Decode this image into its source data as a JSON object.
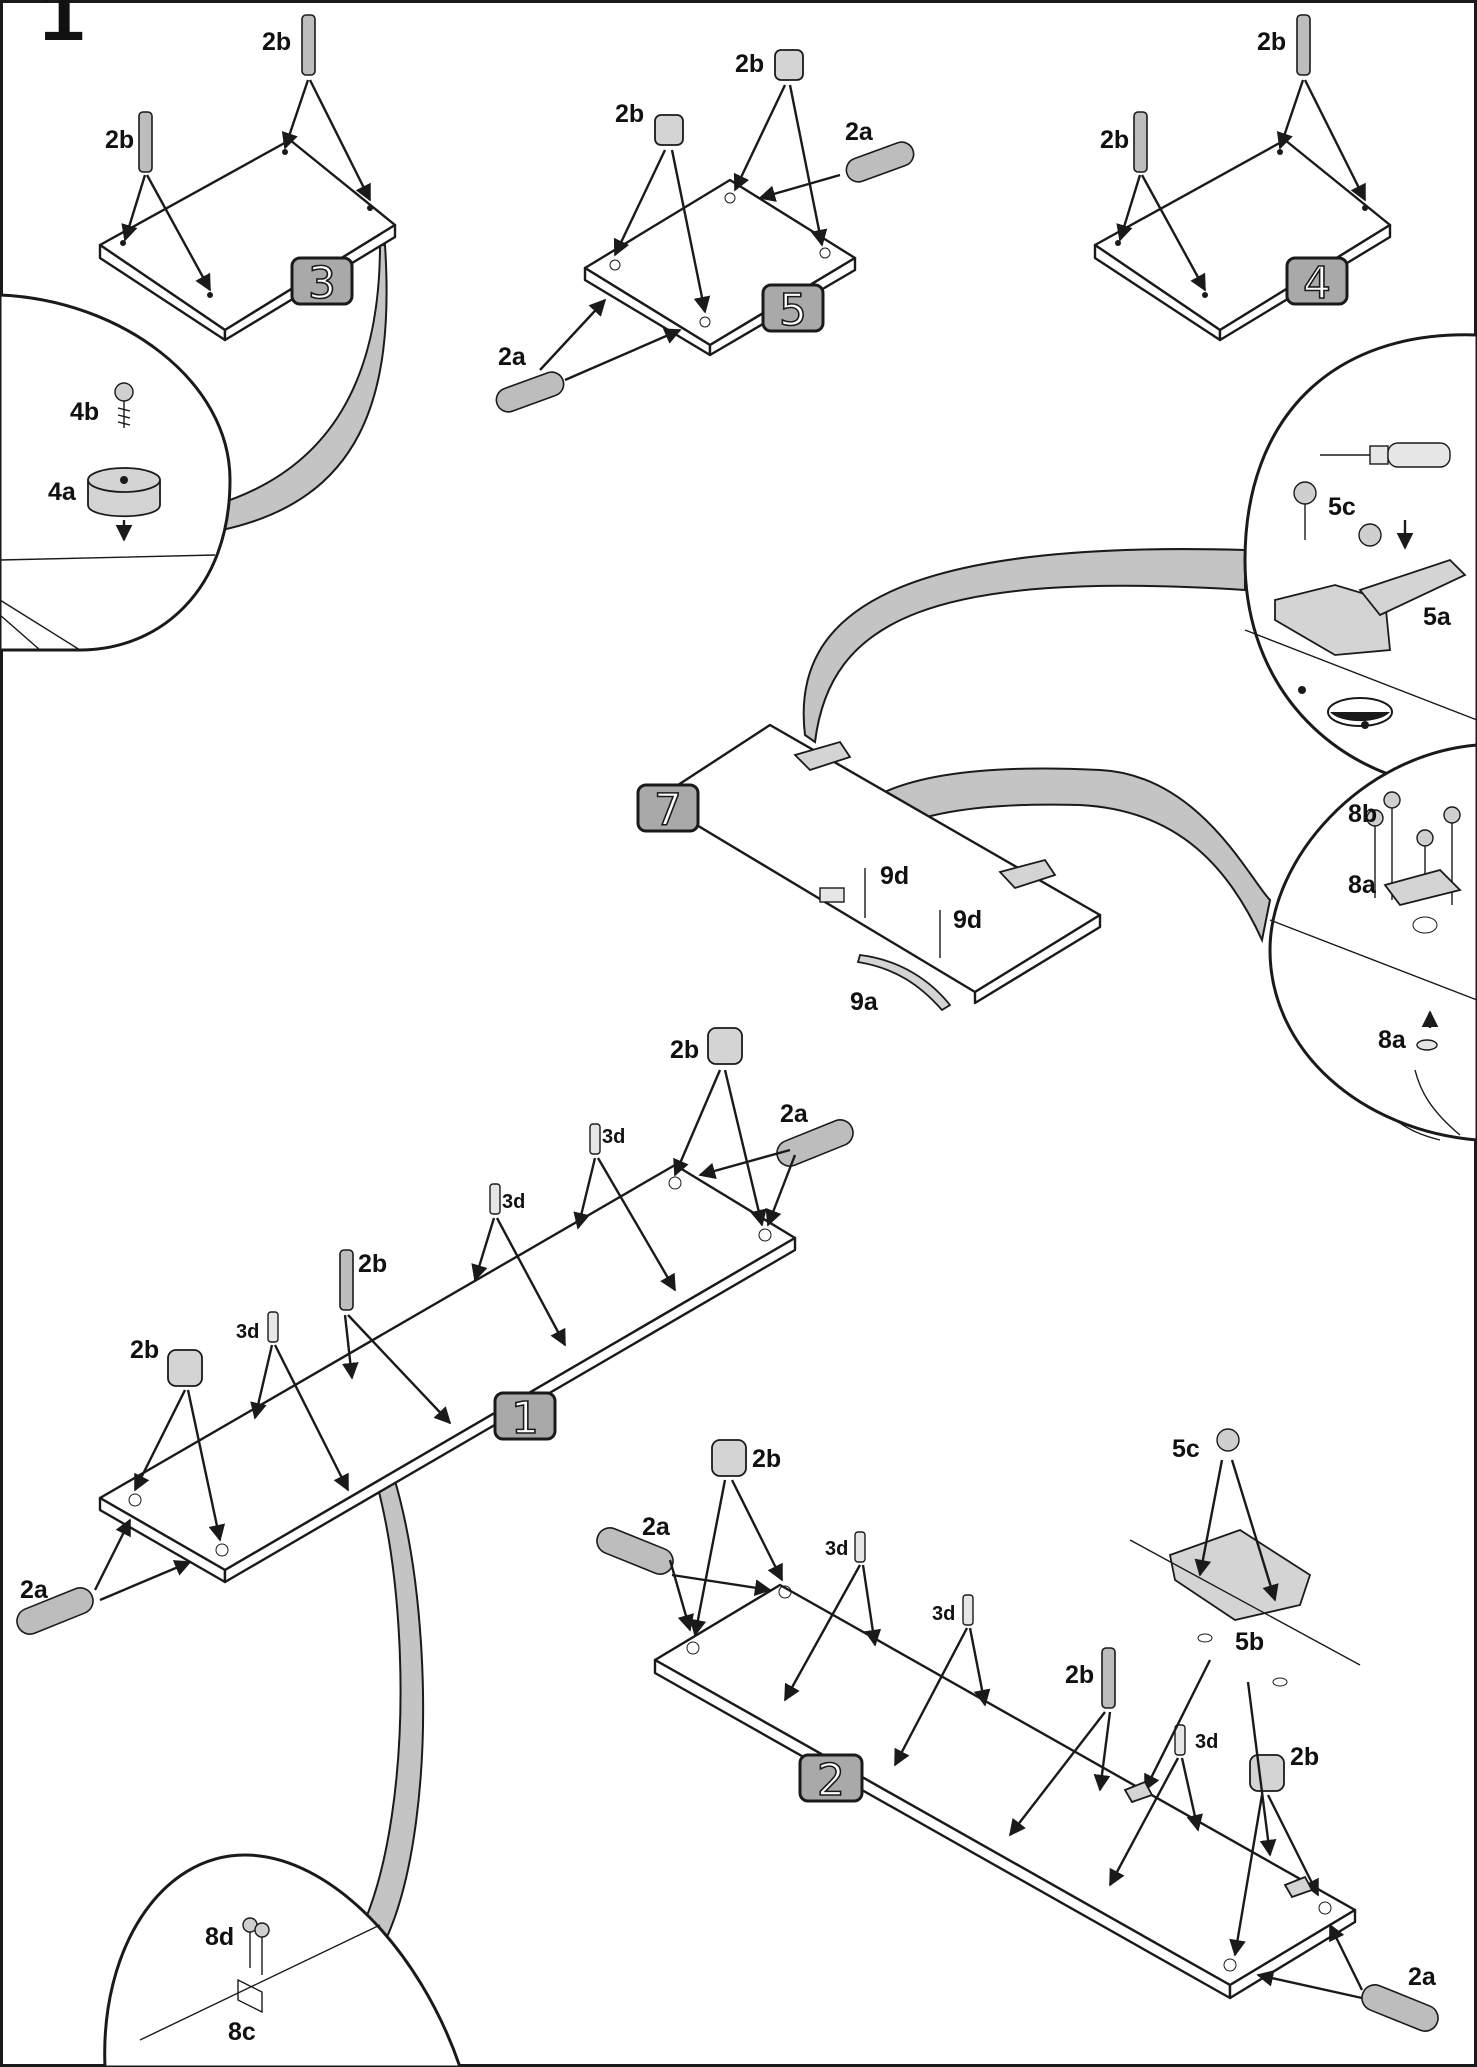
{
  "step_number": "1",
  "panels": {
    "p1": "1",
    "p2": "2",
    "p3": "3",
    "p4": "4",
    "p5": "5",
    "p7": "7"
  },
  "parts": {
    "cam_bolt": "2b",
    "wood_dowel": "2a",
    "shelf_pin": "3d",
    "foot_pad": "4a",
    "foot_screw": "4b",
    "hinge": "5a",
    "hinge_plate": "5b",
    "hinge_screw": "5c",
    "bracket": "8a",
    "bracket_screw": "8b",
    "clip": "8c",
    "clip_screw": "8d",
    "handle": "9a",
    "handle_screw": "9d"
  },
  "colors": {
    "badge_fill": "#a9a9a9",
    "ribbon_fill": "#c4c4c4",
    "line": "#1a1a1a"
  }
}
